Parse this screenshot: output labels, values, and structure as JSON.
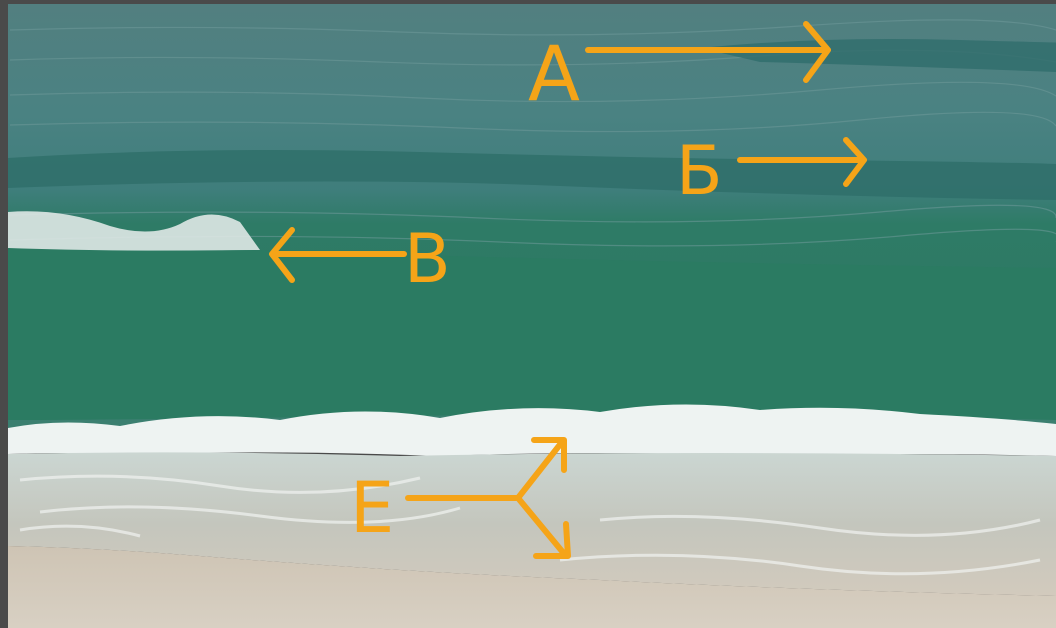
{
  "labels": {
    "a": "А",
    "b": "Б",
    "v": "В",
    "e": "Е"
  },
  "colors": {
    "annotation": "#f5a418",
    "sea_far": "#3f7d7c",
    "sea_near": "#2f7d66",
    "foam": "#e8efee",
    "sand": "#cfc6b8",
    "frame": "#4a4a4a"
  },
  "icons": {
    "arrow": "arrow-icon",
    "fork_arrow": "fork-arrow-icon"
  }
}
